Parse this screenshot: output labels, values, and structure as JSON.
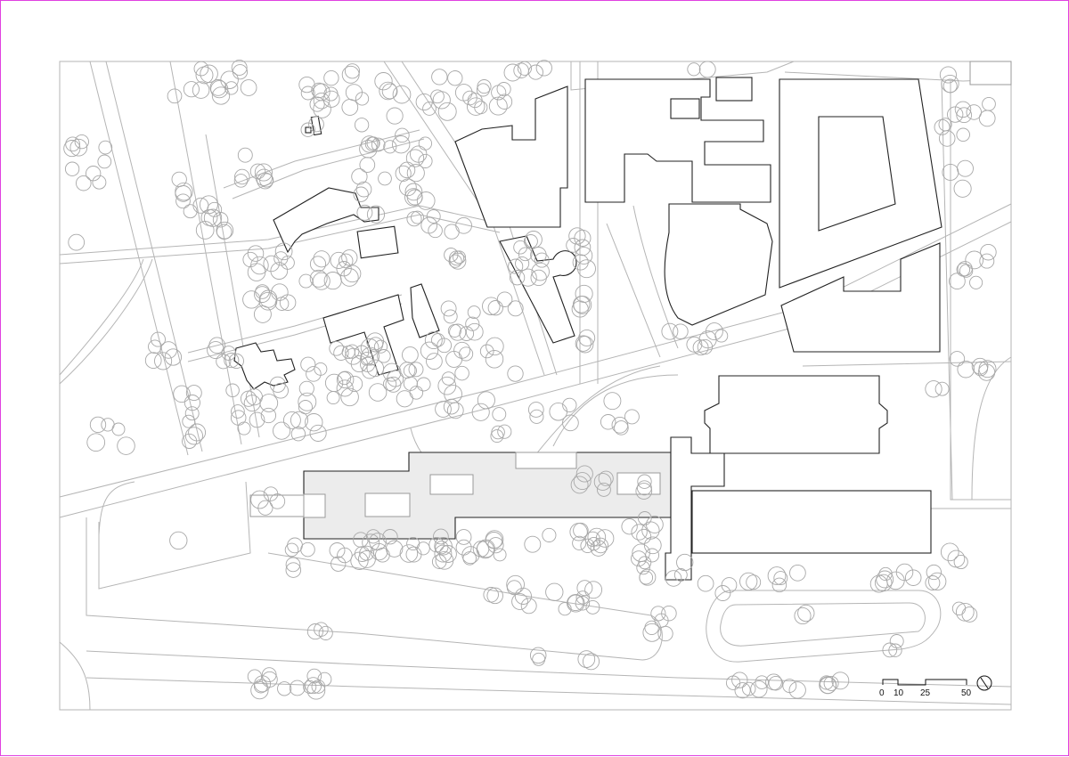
{
  "map": {
    "type": "site-plan",
    "colors": {
      "frame": "#e040e0",
      "buildings": "#222222",
      "highlighted_building_fill": "#ececec",
      "roads_and_trees": "#b5b5b5"
    },
    "scale_bar": {
      "labels": [
        "0",
        "10",
        "25",
        "50"
      ]
    },
    "north_arrow_icon": "north-arrow-icon"
  }
}
